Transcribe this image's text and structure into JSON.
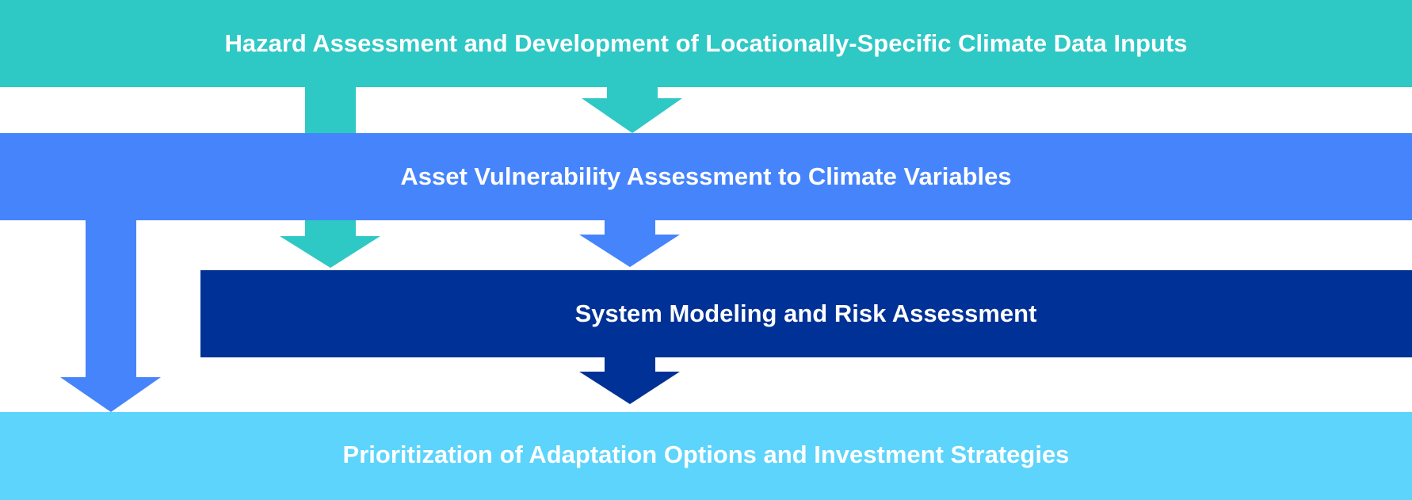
{
  "diagram": {
    "stages": [
      {
        "id": "hazard",
        "label": "Hazard Assessment and Development of Locationally-Specific Climate Data Inputs",
        "color": "#2ec8c5"
      },
      {
        "id": "vulnerability",
        "label": "Asset Vulnerability Assessment to Climate Variables",
        "color": "#4684fc"
      },
      {
        "id": "modeling",
        "label": "System Modeling and Risk Assessment",
        "color": "#003197"
      },
      {
        "id": "prioritization",
        "label": "Prioritization of Adaptation Options and Investment Strategies",
        "color": "#5cd4fc"
      }
    ],
    "flows": [
      {
        "from": "hazard",
        "to": "vulnerability"
      },
      {
        "from": "hazard",
        "to": "modeling"
      },
      {
        "from": "vulnerability",
        "to": "modeling"
      },
      {
        "from": "vulnerability",
        "to": "prioritization"
      },
      {
        "from": "modeling",
        "to": "prioritization"
      }
    ]
  }
}
